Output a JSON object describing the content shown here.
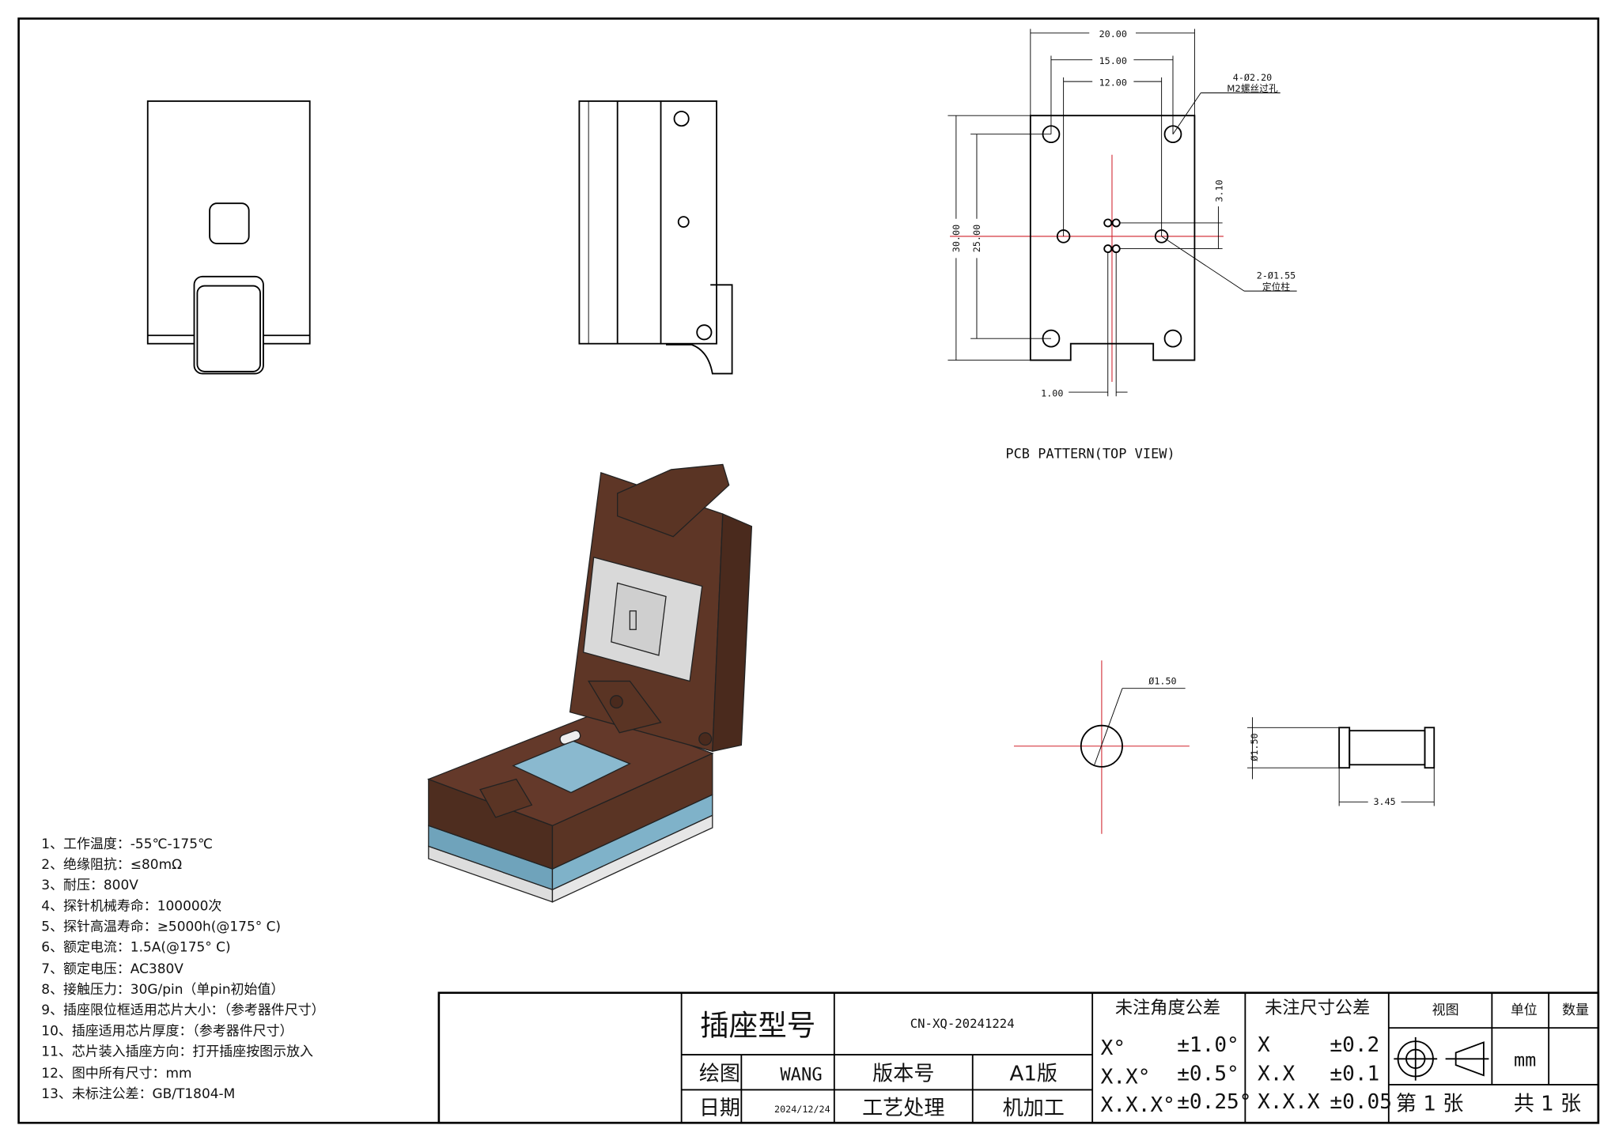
{
  "pcb": {
    "dims": {
      "w20": "20.00",
      "w15": "15.00",
      "w12": "12.00",
      "h30": "30.00",
      "h25": "25.00",
      "d310": "3.10",
      "d100": "1.00"
    },
    "hole_label": "4-Ø2.20",
    "hole_desc": "M2螺丝过孔",
    "pin_label": "2-Ø1.55",
    "pin_desc": "定位柱",
    "caption": "PCB PATTERN(TOP VIEW)"
  },
  "pin_detail": {
    "dia_label": "Ø1.50",
    "side_dia_label": "Ø1.50",
    "length_label": "3.45"
  },
  "notes": [
    "1、工作温度：-55℃-175℃",
    "2、绝缘阻抗：≤80mΩ",
    "3、耐压：800V",
    "4、探针机械寿命：100000次",
    "5、探针高温寿命：≥5000h(@175° C)",
    "6、额定电流：1.5A(@175° C)",
    "7、额定电压：AC380V",
    "8、接触压力：30G/pin（单pin初始值）",
    "9、插座限位框适用芯片大小：（参考器件尺寸）",
    "10、插座适用芯片厚度：（参考器件尺寸）",
    "11、芯片装入插座方向：打开插座按图示放入",
    "12、图中所有尺寸：mm",
    "13、未标注公差：GB/T1804-M"
  ],
  "title_block": {
    "model_label": "插座型号",
    "model_value": "CN-XQ-20241224",
    "drawn_label": "绘图",
    "drawn_value": "WANG",
    "version_label": "版本号",
    "version_value": "A1版",
    "date_label": "日期",
    "date_value": "2024/12/24",
    "process_label": "工艺处理",
    "process_value": "机加工",
    "angle_tol_title": "未注角度公差",
    "angle_tol": [
      [
        "X°",
        "±1.0°"
      ],
      [
        "X.X°",
        "±0.5°"
      ],
      [
        "X.X.X°",
        "±0.25°"
      ]
    ],
    "dim_tol_title": "未注尺寸公差",
    "dim_tol": [
      [
        "X",
        "±0.2"
      ],
      [
        "X.X",
        "±0.1"
      ],
      [
        "X.X.X",
        "±0.05"
      ]
    ],
    "view_label": "视图",
    "unit_label": "单位",
    "qty_label": "数量",
    "unit_value": "mm",
    "sheet": "第 1 张",
    "total": "共 1 张"
  },
  "colors": {
    "body": "#5a3424",
    "blue": "#7fb2c9",
    "plate": "#d8d8d8",
    "centerline": "#d0202a"
  }
}
